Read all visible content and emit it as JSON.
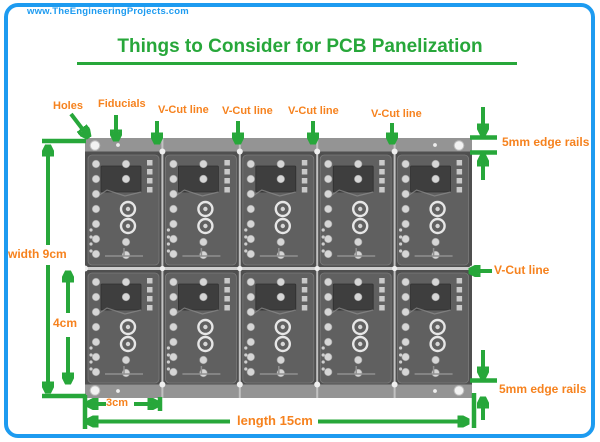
{
  "frame": {
    "watermark": "www.TheEngineeringProjects.com"
  },
  "title": "Things to Consider for PCB Panelization",
  "colors": {
    "green": "#27A73A",
    "orange": "#F6821E",
    "blue": "#1D9BF0"
  },
  "annotations": {
    "holes": "Holes",
    "fiducials": "Fiducials",
    "vcut_top_1": "V-Cut line",
    "vcut_top_2": "V-Cut line",
    "vcut_top_3": "V-Cut line",
    "vcut_top_4": "V-Cut line",
    "vcut_right": "V-Cut line",
    "edge_rails_top": "5mm edge rails",
    "edge_rails_bottom": "5mm edge rails",
    "panel_width": "width 9cm",
    "board_height": "4cm",
    "board_width": "3cm",
    "panel_length": "length 15cm"
  },
  "panel": {
    "rows": 2,
    "columns": 5
  }
}
